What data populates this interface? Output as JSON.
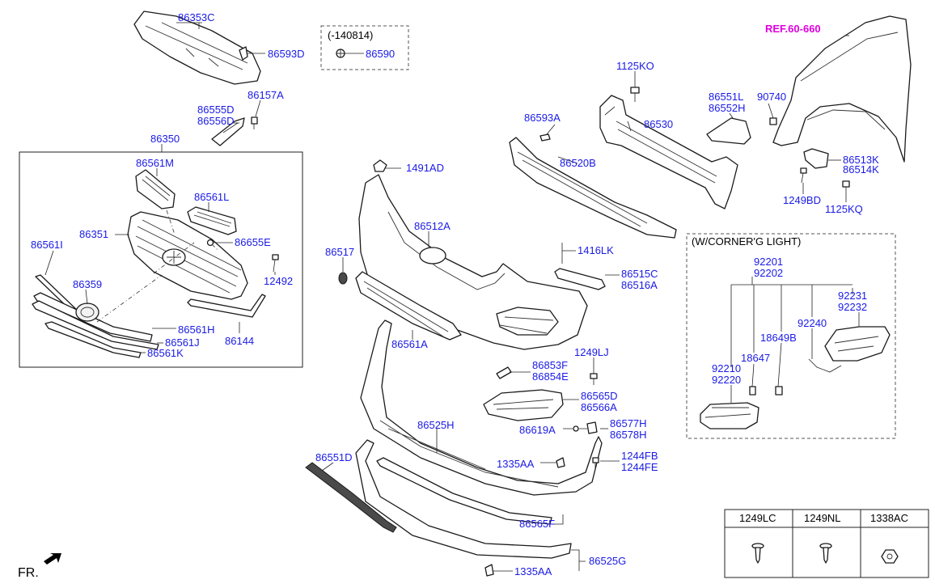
{
  "labels": {
    "l_86353C": "86353C",
    "l_86593D": "86593D",
    "l_variant_note": "(-140814)",
    "l_86590": "86590",
    "l_ref": "REF.60-660",
    "l_1125KO": "1125KO",
    "l_86551L": "86551L",
    "l_86552H": "86552H",
    "l_90740": "90740",
    "l_86157A": "86157A",
    "l_86555D": "86555D",
    "l_86556D": "86556D",
    "l_86593A": "86593A",
    "l_86530": "86530",
    "l_86350": "86350",
    "l_86520B": "86520B",
    "l_86513K": "86513K",
    "l_86514K": "86514K",
    "l_1491AD": "1491AD",
    "l_86561M": "86561M",
    "l_1249BD": "1249BD",
    "l_1125KQ": "1125KQ",
    "l_86561L": "86561L",
    "l_86512A": "86512A",
    "l_86351": "86351",
    "l_86655E": "86655E",
    "l_corner_light": "(W/CORNER'G LIGHT)",
    "l_86561I": "86561I",
    "l_86517": "86517",
    "l_1416LK": "1416LK",
    "l_92201": "92201",
    "l_92202": "92202",
    "l_12492": "12492",
    "l_86515C": "86515C",
    "l_86516A": "86516A",
    "l_86359": "86359",
    "l_92231": "92231",
    "l_92232": "92232",
    "l_92240": "92240",
    "l_86561H": "86561H",
    "l_86144": "86144",
    "l_86561A": "86561A",
    "l_18649B": "18649B",
    "l_86561J": "86561J",
    "l_86561K": "86561K",
    "l_1249LJ": "1249LJ",
    "l_18647": "18647",
    "l_92210": "92210",
    "l_92220": "92220",
    "l_86853F": "86853F",
    "l_86854E": "86854E",
    "l_86565D": "86565D",
    "l_86566A": "86566A",
    "l_86525H": "86525H",
    "l_86619A": "86619A",
    "l_86577H": "86577H",
    "l_86578H": "86578H",
    "l_86551D": "86551D",
    "l_1335AA_a": "1335AA",
    "l_1244FB": "1244FB",
    "l_1244FE": "1244FE",
    "l_86565F": "86565F",
    "l_86525G": "86525G",
    "l_1335AA_b": "1335AA",
    "l_fr": "FR."
  },
  "fastener_table": {
    "col_1": "1249LC",
    "col_2": "1249NL",
    "col_3": "1338AC"
  }
}
